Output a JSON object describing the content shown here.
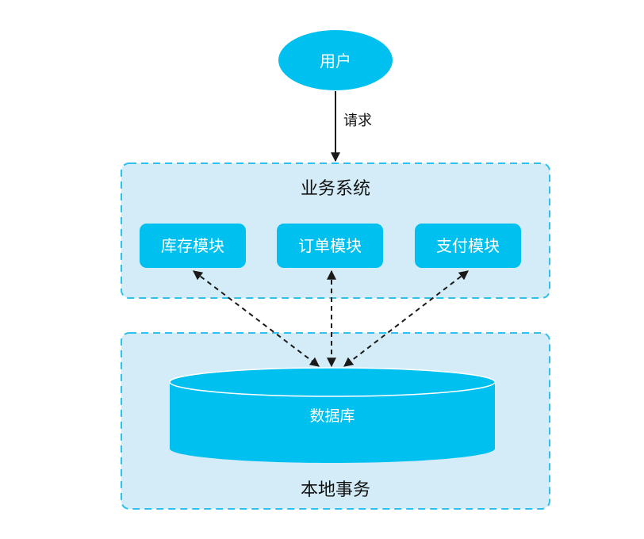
{
  "user": {
    "label": "用户"
  },
  "request_label": "请求",
  "business_system": {
    "title": "业务系统",
    "modules": [
      {
        "label": "库存模块"
      },
      {
        "label": "订单模块"
      },
      {
        "label": "支付模块"
      }
    ]
  },
  "local_transaction": {
    "title": "本地事务",
    "database": {
      "label": "数据库"
    }
  },
  "colors": {
    "node_fill": "#00c0f0",
    "group_fill": "#d4ecf7",
    "group_border": "#2fc0ee",
    "arrow": "#1a1a1a",
    "node_text": "#ffffff",
    "label_text": "#111111"
  }
}
